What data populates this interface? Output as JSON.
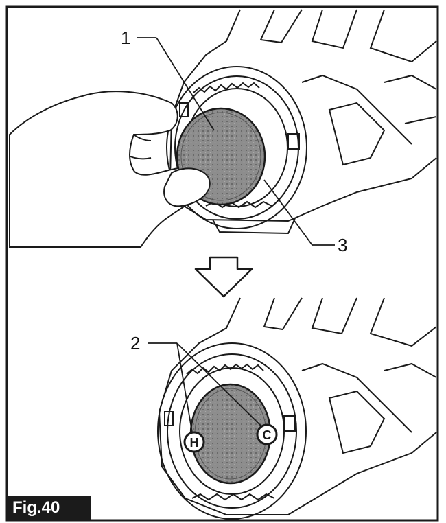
{
  "figure": {
    "tag": "Fig.40",
    "callouts": {
      "part1": "1",
      "part2": "2",
      "part3": "3"
    },
    "marks": {
      "left": "H",
      "right": "C"
    }
  },
  "colors": {
    "line": "#1a1a1a",
    "fill_dark": "#8a8a8a",
    "tag_bg": "#1b1b1b",
    "tag_text": "#ffffff"
  }
}
